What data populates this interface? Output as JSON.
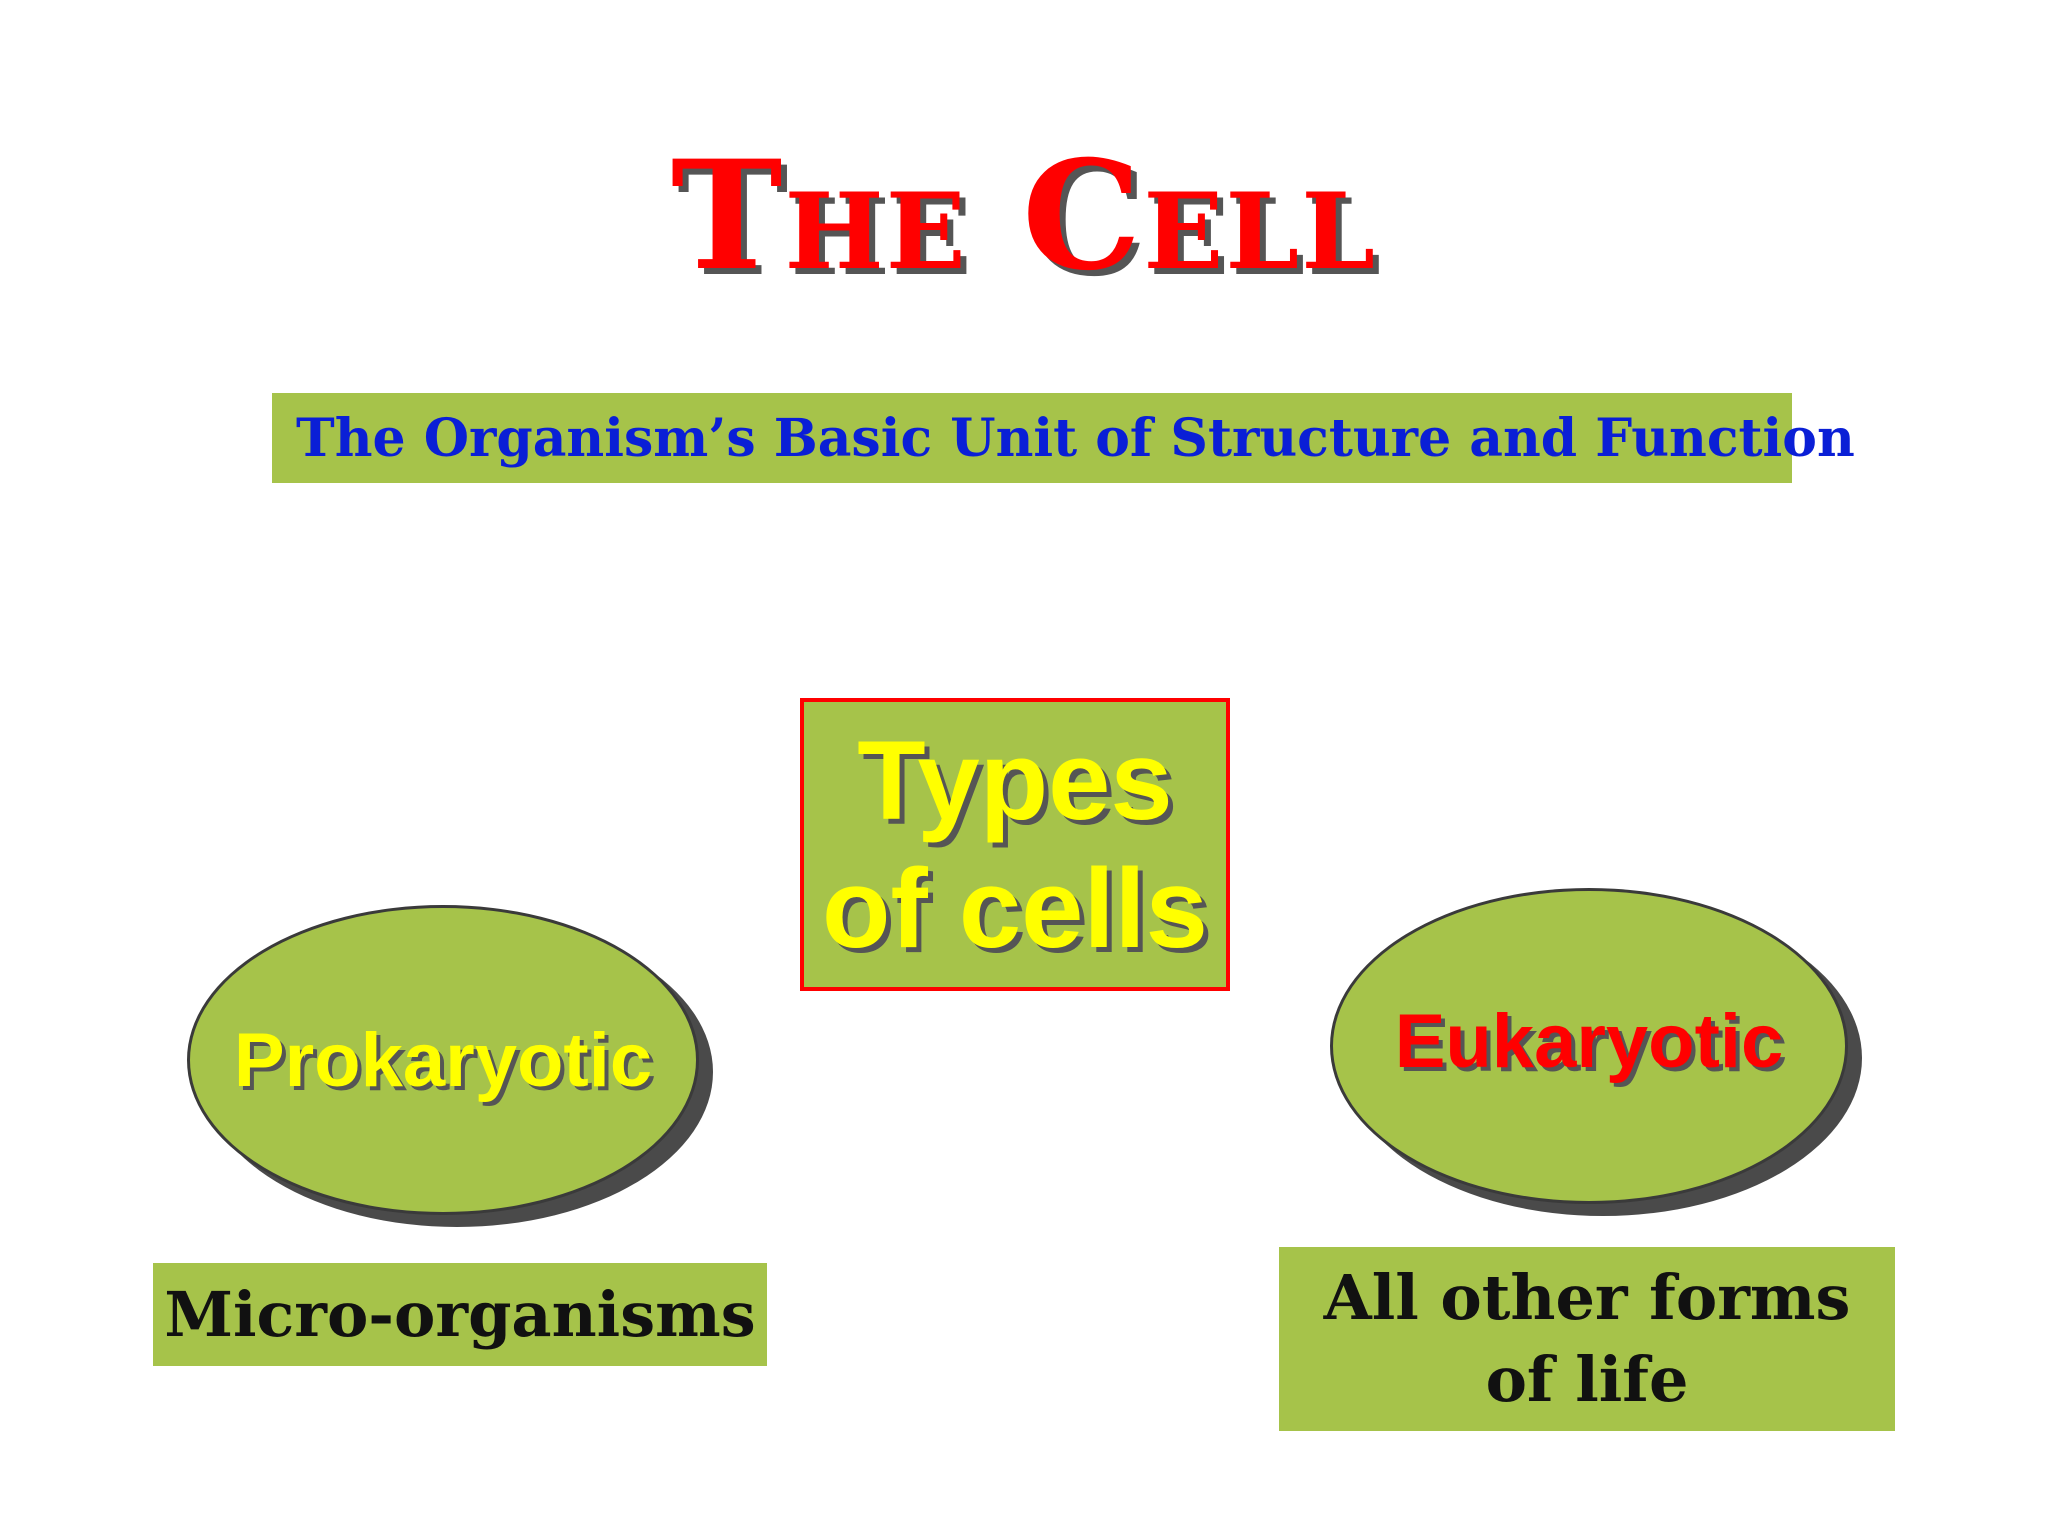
{
  "slide": {
    "title": {
      "word1_initial": "T",
      "word1_rest": "HE",
      "word2_initial": "C",
      "word2_rest": "ELL"
    },
    "subtitle": "The Organism’s Basic Unit of Structure and Function",
    "center_box": {
      "line1": "Types",
      "line2": "of cells"
    },
    "left_node": {
      "label": "Prokaryotic",
      "caption": "Micro-organisms"
    },
    "right_node": {
      "label": "Eukaryotic",
      "caption": "All other forms of life"
    }
  },
  "colors": {
    "box_fill": "#a6c34a",
    "title_red": "#ff0000",
    "subtitle_blue": "#0a1fd6",
    "yellow_text": "#ffff00",
    "border_red": "#ff0000"
  }
}
